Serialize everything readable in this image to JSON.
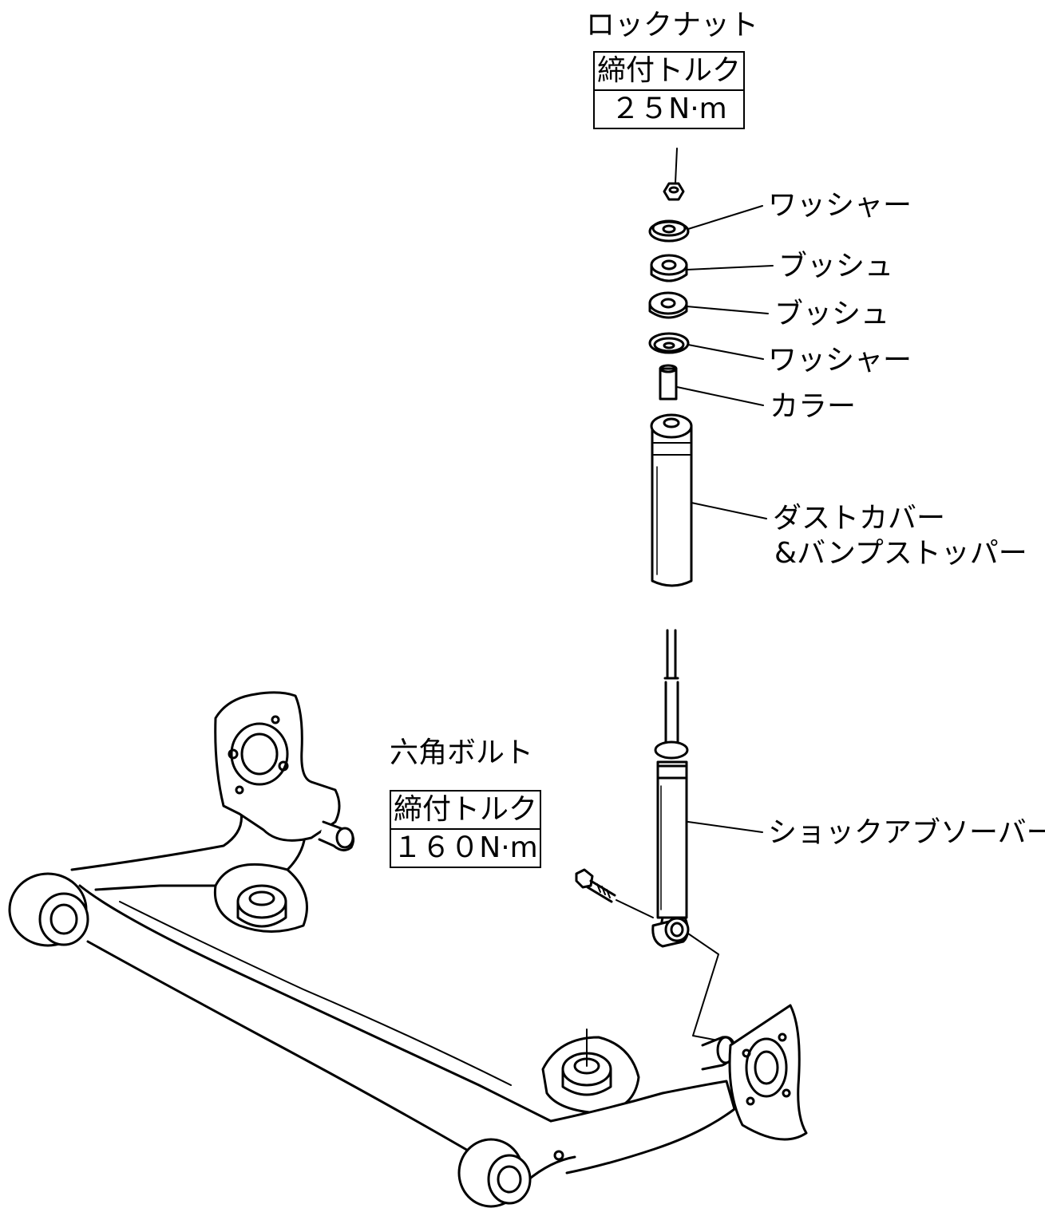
{
  "labels": {
    "lock_nut": "ロックナット",
    "washer_upper": "ワッシャー",
    "bush_upper": "ブッシュ",
    "bush_lower": "ブッシュ",
    "washer_lower": "ワッシャー",
    "collar": "カラー",
    "dust_cover_line1": "ダストカバー",
    "dust_cover_line2": "&バンプストッパー",
    "hex_bolt": "六角ボルト",
    "shock_absorber": "ショックアブソーバー"
  },
  "torque_specs": {
    "lock_nut": {
      "heading": "締付トルク",
      "value": "２５N·m"
    },
    "hex_bolt": {
      "heading": "締付トルク",
      "value": "１６０N·m"
    }
  }
}
